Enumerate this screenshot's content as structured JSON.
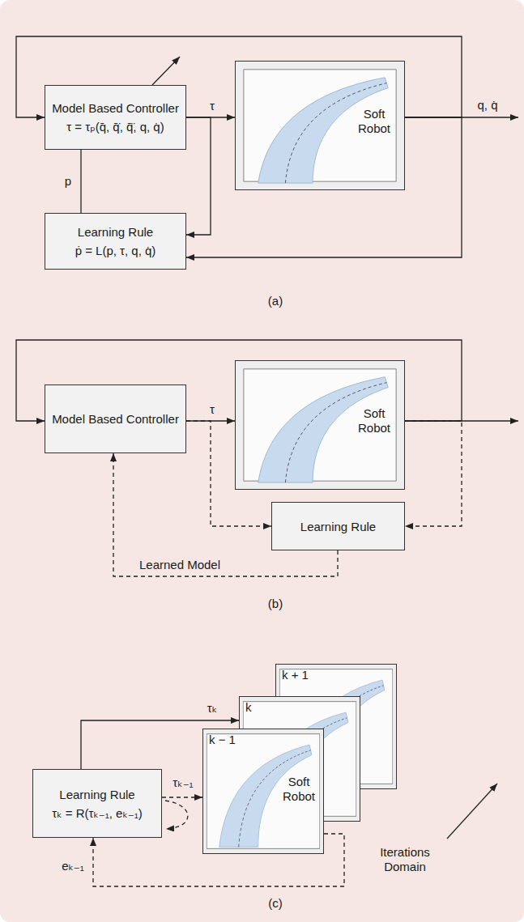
{
  "diagram": {
    "nodes": [
      {
        "text": [
          "Model Based Controller",
          "τ = τₚ(q̄, q̄̇, q̄̈, q, q̇)"
        ]
      },
      {
        "text": [
          "Soft Robot"
        ]
      },
      {
        "text": [
          "Learning Rule",
          "ṗ = L(p, τ, q, q̇)"
        ]
      },
      {
        "text": [
          "Model Based Controller"
        ]
      },
      {
        "text": [
          "Soft Robot"
        ]
      },
      {
        "text": [
          "Learning Rule"
        ]
      },
      {
        "text": [
          "Learning Rule",
          "τₖ = R(τₖ₋₁, eₖ₋₁)"
        ]
      },
      {
        "text": [
          "k + 1"
        ]
      },
      {
        "text": [
          "k"
        ]
      },
      {
        "text": [
          "k − 1",
          "Soft Robot"
        ]
      }
    ],
    "edges": [
      {
        "from": 0,
        "to": 1,
        "arrow": "to",
        "label": "τ"
      },
      {
        "from": 1,
        "to": 0,
        "arrow": "to"
      },
      {
        "from": 0,
        "to": 2,
        "arrow": "to"
      },
      {
        "from": 1,
        "to": 2,
        "arrow": "to"
      },
      {
        "from": 2,
        "to": 0,
        "arrow": "none",
        "label": "p"
      },
      {
        "from": 3,
        "to": 4,
        "arrow": "to",
        "label": "τ"
      },
      {
        "from": 4,
        "to": 3,
        "arrow": "to"
      },
      {
        "from": 3,
        "to": 5,
        "arrow": "to"
      },
      {
        "from": 4,
        "to": 5,
        "arrow": "to"
      },
      {
        "from": 5,
        "to": 3,
        "arrow": "to",
        "label": "Learned Model"
      },
      {
        "from": 6,
        "to": 8,
        "arrow": "to",
        "label": "τₖ"
      },
      {
        "from": 6,
        "to": 9,
        "arrow": "to",
        "label": "τₖ₋₁"
      },
      {
        "from": 9,
        "to": 6,
        "arrow": "to",
        "label": "eₖ₋₁"
      }
    ],
    "labels": [
      "q, q̇",
      "(a)",
      "(b)",
      "Iterations Domain",
      "(c)"
    ]
  }
}
